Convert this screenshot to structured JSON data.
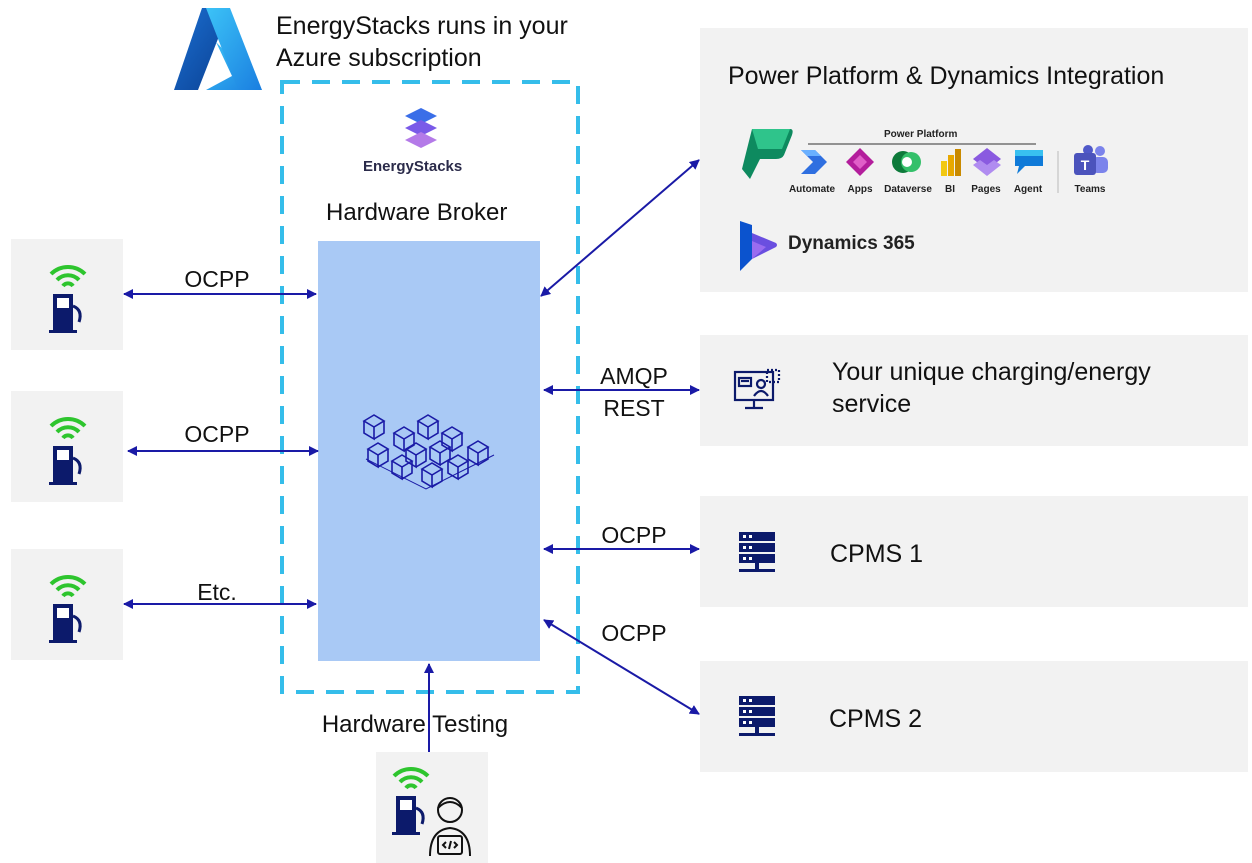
{
  "azure": {
    "title": "EnergyStacks runs in your Azure subscription"
  },
  "broker": {
    "brand": "EnergyStacks",
    "title": "Hardware Broker"
  },
  "chargers": {
    "links": [
      {
        "label": "OCPP"
      },
      {
        "label": "OCPP"
      },
      {
        "label": "Etc."
      }
    ]
  },
  "testing": {
    "label": "Hardware Testing"
  },
  "power_platform": {
    "title": "Power Platform & Dynamics Integration",
    "header": "Power Platform",
    "apps": [
      "Automate",
      "Apps",
      "Dataverse",
      "BI",
      "Pages",
      "Agent"
    ],
    "teams": "Teams",
    "dynamics": "Dynamics 365"
  },
  "service": {
    "text": "Your unique charging/energy service",
    "protocol_1": "AMQP",
    "protocol_2": "REST"
  },
  "cpms": [
    {
      "name": "CPMS 1",
      "protocol": "OCPP"
    },
    {
      "name": "CPMS 2",
      "protocol": "OCPP"
    }
  ],
  "colors": {
    "arrow": "#1a1aa6",
    "dashed_border": "#35bdea",
    "broker_fill": "#a9c9f5",
    "box_fill": "#f2f2f2",
    "wifi": "#2ec52e",
    "charger": "#0c1a6b"
  },
  "icons": [
    "azure-logo-icon",
    "energystacks-logo-icon",
    "cubes-icon",
    "charger-icon",
    "developer-icon",
    "service-monitor-icon",
    "server-icon",
    "power-platform-icon",
    "dynamics-365-icon"
  ]
}
